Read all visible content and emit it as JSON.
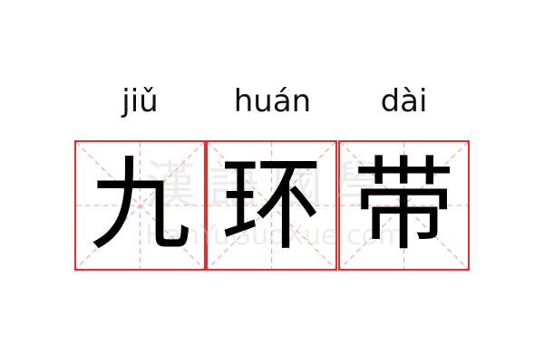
{
  "entries": [
    {
      "pinyin": "jiǔ",
      "char": "九"
    },
    {
      "pinyin": "huán",
      "char": "环"
    },
    {
      "pinyin": "dài",
      "char": "带"
    }
  ],
  "watermark": {
    "cn": "漢語國學",
    "en": "HanYuGuoXue.com"
  },
  "colors": {
    "border": "#ee2a2a",
    "guide": "#f4a0a0"
  }
}
